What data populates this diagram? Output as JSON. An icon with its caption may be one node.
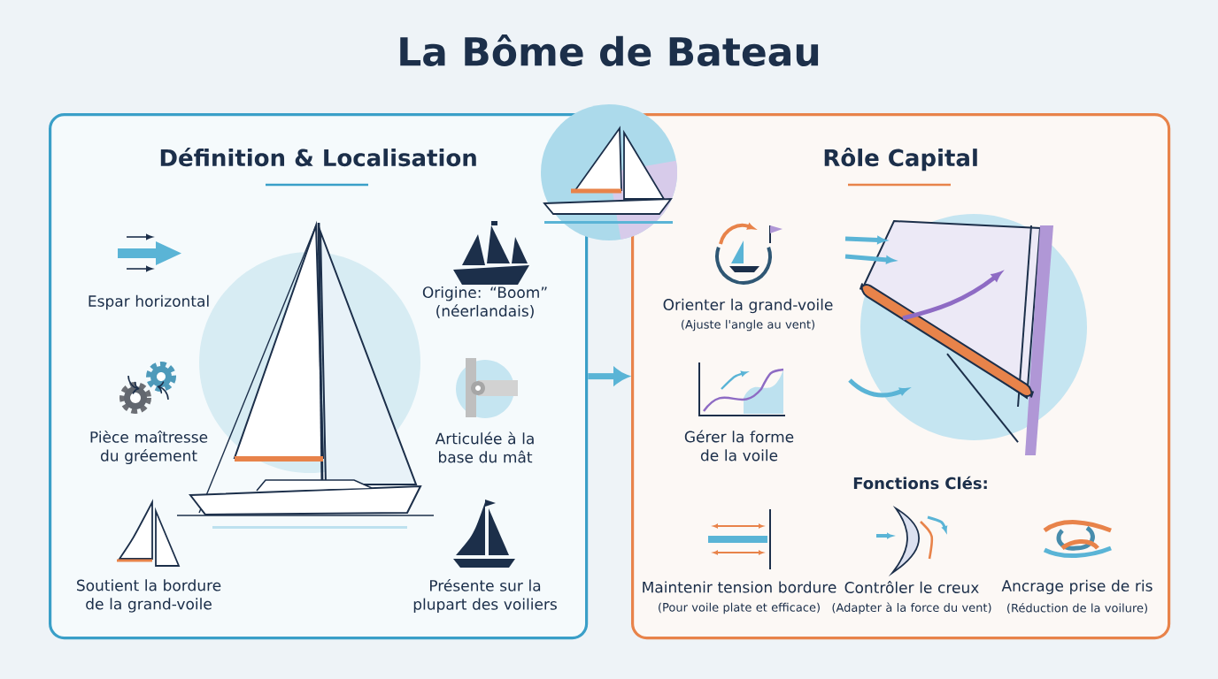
{
  "diagram": {
    "title": "La Bôme de Bateau",
    "nodes": [
      {
        "text": [
          "Définition & Localisation"
        ]
      },
      {
        "text": [
          "Rôle Capital"
        ]
      }
    ],
    "edges": [
      {
        "from": 0,
        "to": 1,
        "arrow": "to"
      }
    ],
    "labels": [
      "Espar horizontal",
      "Origine: “Boom” (néerlandais)",
      "Pièce maîtresse du gréement",
      "Articulée à la base du mât",
      "Soutient la bordure de la grand-voile",
      "Présente sur la plupart des voiliers",
      "Orienter la grand-voile",
      "(Ajuste l'angle au vent)",
      "Gérer la forme de la voile",
      "Fonctions Clés:",
      "Maintenir tension bordure",
      "(Pour voile plate et efficace)",
      "Contrôler le creux",
      "(Adapter à la force du vent)",
      "Ancrage prise de ris",
      "(Réduction de la voilure)"
    ]
  }
}
